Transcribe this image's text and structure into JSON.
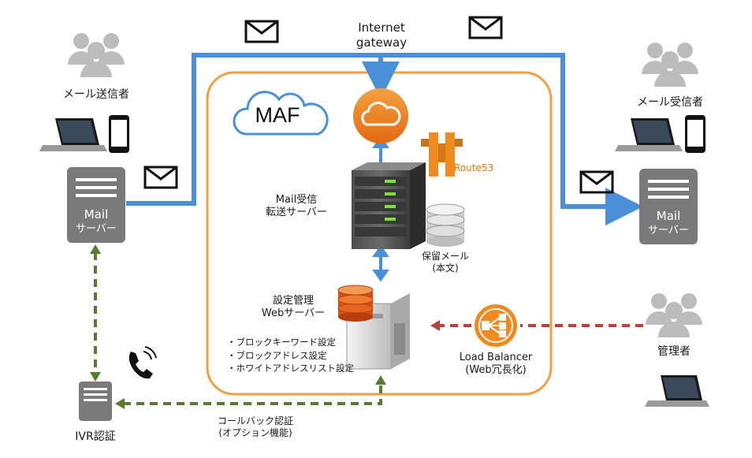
{
  "diagram": {
    "internet_gateway": "Internet\ngateway",
    "maf_label": "MAF",
    "route53_label": "Route53",
    "mail_sender": "メール送信者",
    "mail_receiver": "メール受信者",
    "left_server_name": "Mail",
    "left_server_sub": "サーバー",
    "right_server_name": "Mail",
    "right_server_sub": "サーバー",
    "mail_recv_server_line1": "Mail受信",
    "mail_recv_server_line2": "転送サーバー",
    "storage_line1": "保留メール",
    "storage_line2": "(本文)",
    "config_server_line1": "設定管理",
    "config_server_line2": "Webサーバー",
    "settings": [
      "ブロックキーワード設定",
      "ブロックアドレス設定",
      "ホワイトアドレスリスト設定"
    ],
    "load_balancer_line1": "Load Balancer",
    "load_balancer_line2": "(Web冗長化)",
    "admin": "管理者",
    "ivr": "IVR認証",
    "callback_line1": "コールバック認証",
    "callback_line2": "(オプション機能)"
  },
  "colors": {
    "blue_flow": "#4a90d9",
    "green_callback": "#5a7a2e",
    "red_admin": "#b5443a",
    "maf_border": "#f0a040",
    "orange": "#f08a1e",
    "server_gray": "#7a7a7a"
  }
}
